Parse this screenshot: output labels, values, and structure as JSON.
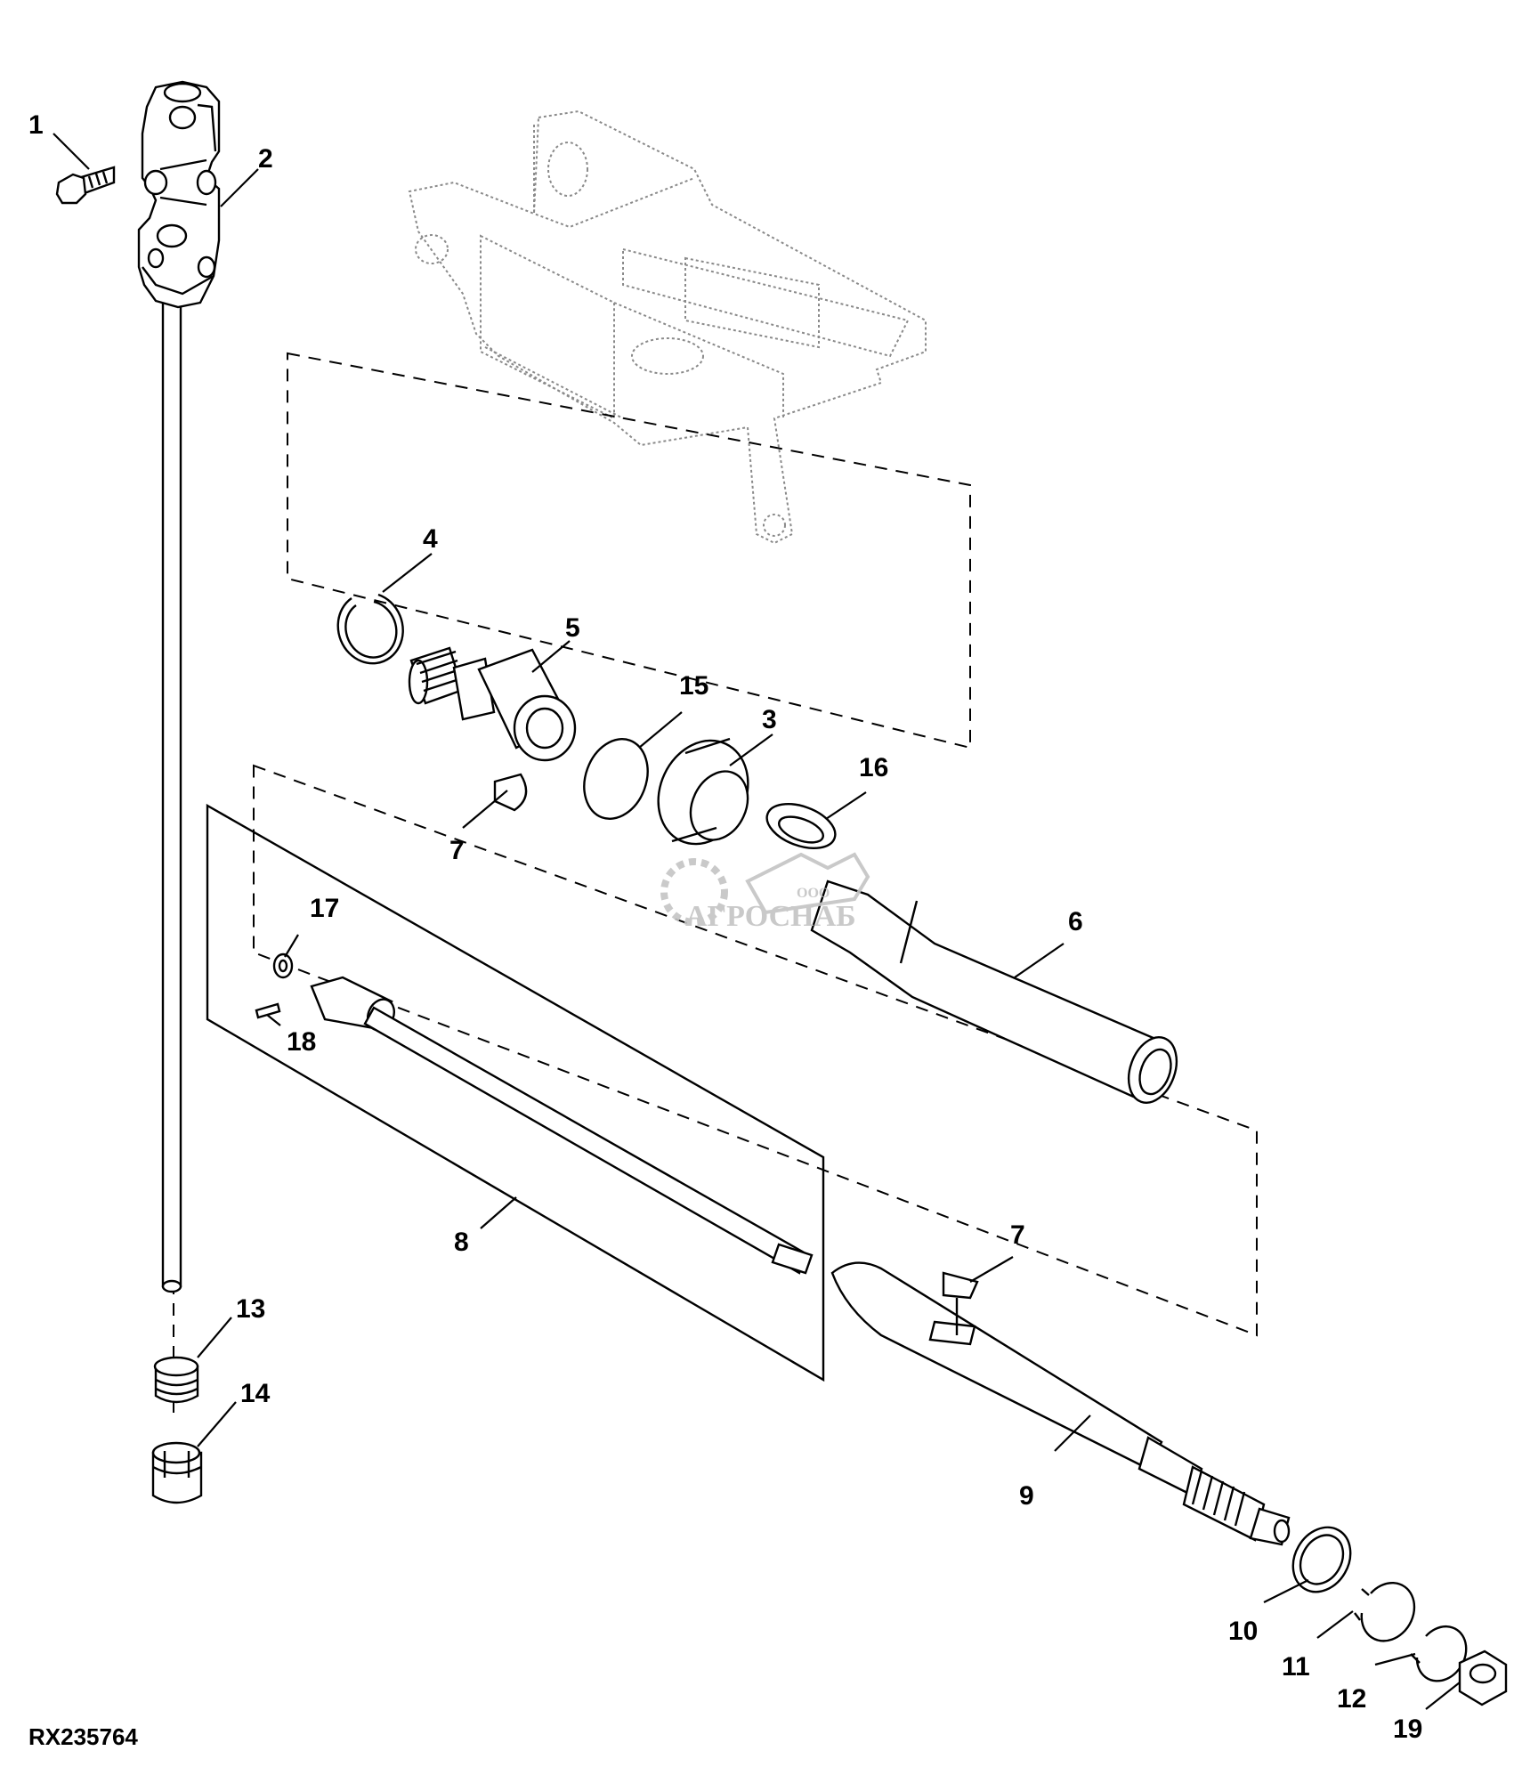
{
  "diagram": {
    "reference_id": "RX235764",
    "callouts": [
      "1",
      "2",
      "3",
      "4",
      "5",
      "6",
      "7",
      "8",
      "9",
      "10",
      "11",
      "12",
      "13",
      "14",
      "15",
      "16",
      "17",
      "18",
      "19"
    ],
    "watermark": {
      "small": "ООО",
      "brand": "АГРОСНАБ"
    },
    "colors": {
      "ink": "#000000",
      "ghost": "#8a8a8a",
      "watermark": "#c4c4c4",
      "background": "#ffffff"
    }
  }
}
